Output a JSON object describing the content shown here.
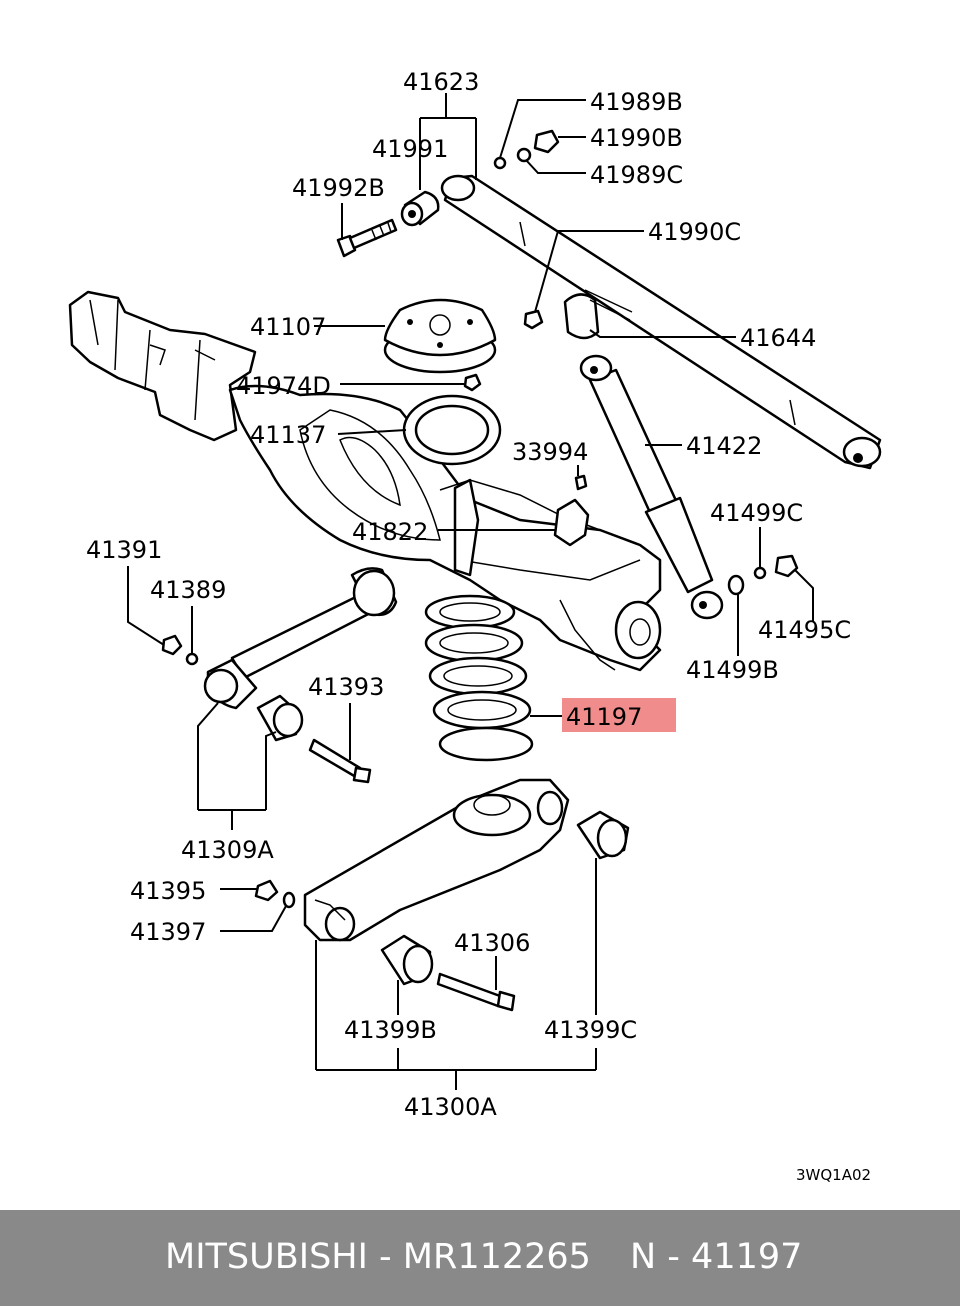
{
  "diagram": {
    "part_labels": {
      "p41623": "41623",
      "p41989B": "41989B",
      "p41990B": "41990B",
      "p41991": "41991",
      "p41989C": "41989C",
      "p41992B": "41992B",
      "p41990C": "41990C",
      "p41107": "41107",
      "p41644": "41644",
      "p41974D": "41974D",
      "p41137": "41137",
      "p41422": "41422",
      "p33994": "33994",
      "p41499C": "41499C",
      "p41822": "41822",
      "p41391": "41391",
      "p41389": "41389",
      "p41495C": "41495C",
      "p41499B": "41499B",
      "p41393": "41393",
      "p41197": "41197",
      "p41309A": "41309A",
      "p41395": "41395",
      "p41397": "41397",
      "p41306": "41306",
      "p41399B": "41399B",
      "p41399C": "41399C",
      "p41300A": "41300A"
    },
    "highlight_color": "#f08c8c",
    "drawing_code": "3WQ1A02"
  },
  "footer": {
    "brand_part": "MITSUBISHI - MR112265",
    "ref": "N - 41197",
    "background": "#898989"
  }
}
